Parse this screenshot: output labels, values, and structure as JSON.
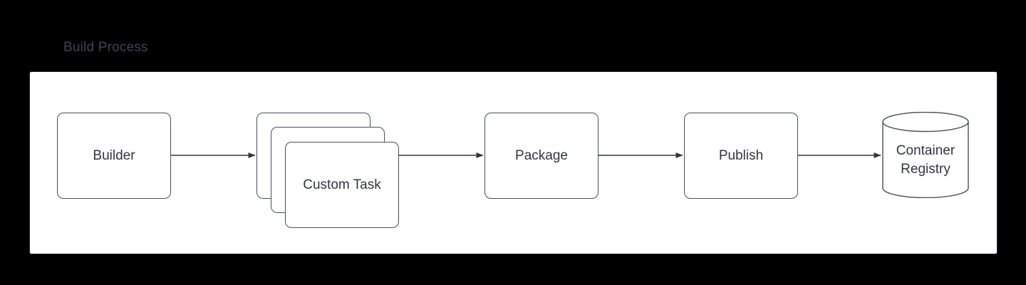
{
  "diagram": {
    "title": "Build Process",
    "title_color": "#3d4654",
    "background_color": "#000000",
    "panel_background": "#ffffff",
    "node_border_color": "#48505e",
    "node_text_color": "#2f3640",
    "edge_color": "#2f3640",
    "type": "flowchart",
    "direction": "left-to-right"
  },
  "nodes": [
    {
      "id": "builder",
      "label": "Builder",
      "shape": "rounded-rectangle"
    },
    {
      "id": "custom-task",
      "label": "Custom Task",
      "shape": "stacked-rounded-rectangle",
      "stack_count": 3
    },
    {
      "id": "package",
      "label": "Package",
      "shape": "rounded-rectangle"
    },
    {
      "id": "publish",
      "label": "Publish",
      "shape": "rounded-rectangle"
    },
    {
      "id": "container-registry",
      "label_line1": "Container",
      "label_line2": "Registry",
      "shape": "cylinder"
    }
  ],
  "edges": [
    {
      "from": "builder",
      "to": "custom-task",
      "arrow": "single"
    },
    {
      "from": "custom-task",
      "to": "package",
      "arrow": "single"
    },
    {
      "from": "package",
      "to": "publish",
      "arrow": "single"
    },
    {
      "from": "publish",
      "to": "container-registry",
      "arrow": "single"
    }
  ]
}
